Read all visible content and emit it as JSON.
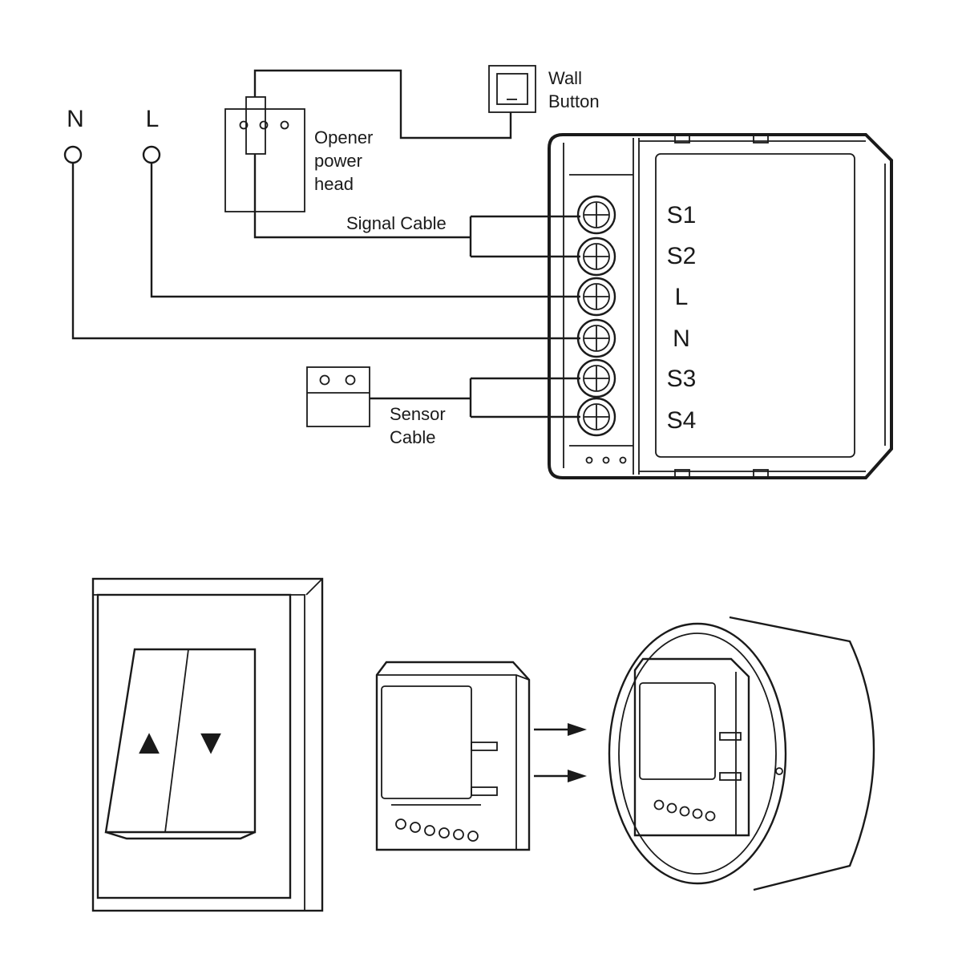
{
  "mains": {
    "n_label": "N",
    "l_label": "L"
  },
  "opener": {
    "line1": "Opener",
    "line2": "power",
    "line3": "head"
  },
  "wall_button": {
    "line1": "Wall",
    "line2": "Button"
  },
  "signal_cable": {
    "label": "Signal Cable"
  },
  "sensor_cable": {
    "line1": "Sensor",
    "line2": "Cable"
  },
  "terminals": [
    "S1",
    "S2",
    "L",
    "N",
    "S3",
    "S4"
  ],
  "switch": {
    "up_symbol": "▲",
    "down_symbol": "▼"
  }
}
